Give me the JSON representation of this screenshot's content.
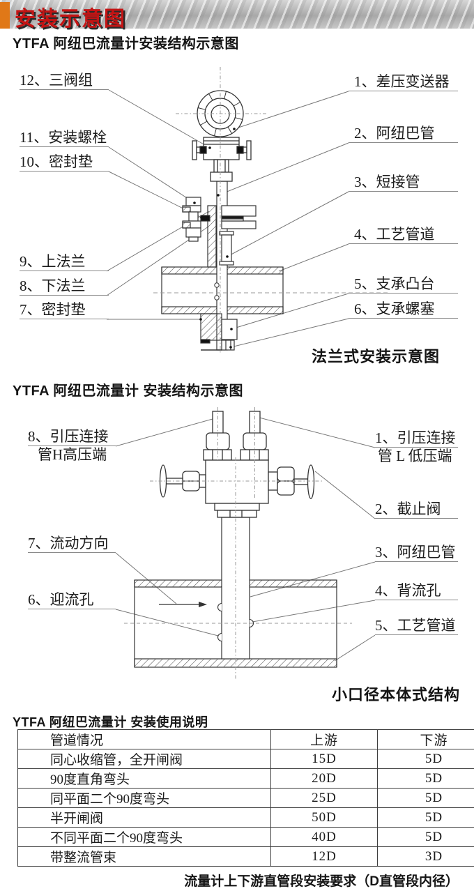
{
  "header": {
    "title": "安装示意图",
    "accent_color": "#e07818",
    "title_color": "#c41414"
  },
  "diagram1": {
    "title": "YTFA 阿纽巴流量计安装结构示意图",
    "caption": "法兰式安装示意图",
    "left_labels": [
      {
        "text": "12、三阀组"
      },
      {
        "text": "11、安装螺栓"
      },
      {
        "text": "10、密封垫"
      },
      {
        "text": "9、上法兰"
      },
      {
        "text": "8、下法兰"
      },
      {
        "text": "7、密封垫"
      }
    ],
    "right_labels": [
      {
        "text": "1、差压变送器"
      },
      {
        "text": "2、阿纽巴管"
      },
      {
        "text": "3、短接管"
      },
      {
        "text": "4、工艺管道"
      },
      {
        "text": "5、支承凸台"
      },
      {
        "text": "6、支承螺塞"
      }
    ]
  },
  "diagram2": {
    "title": "YTFA 阿纽巴流量计  安装结构示意图",
    "caption": "小口径本体式结构",
    "left_labels": [
      {
        "line1": "8、引压连接",
        "line2": "管H高压端"
      },
      {
        "text": "7、流动方向"
      },
      {
        "text": "6、迎流孔"
      }
    ],
    "right_labels": [
      {
        "line1": "1、引压连接",
        "line2": "管 L 低压端"
      },
      {
        "text": "2、截止阀"
      },
      {
        "text": "3、阿纽巴管"
      },
      {
        "text": "4、背流孔"
      },
      {
        "text": "5、工艺管道"
      }
    ]
  },
  "table": {
    "title": "YTFA 阿纽巴流量计 安装使用说明",
    "headers": [
      "管道情况",
      "上游",
      "下游"
    ],
    "rows": [
      [
        "同心收缩管，全开闸阀",
        "15D",
        "5D"
      ],
      [
        "90度直角弯头",
        "20D",
        "5D"
      ],
      [
        "同平面二个90度弯头",
        "25D",
        "5D"
      ],
      [
        "半开闸阀",
        "50D",
        "5D"
      ],
      [
        "不同平面二个90度弯头",
        "40D",
        "5D"
      ],
      [
        "带整流管束",
        "12D",
        "3D"
      ]
    ],
    "footer": "流量计上下游直管段安装要求（D直管段内径）"
  }
}
